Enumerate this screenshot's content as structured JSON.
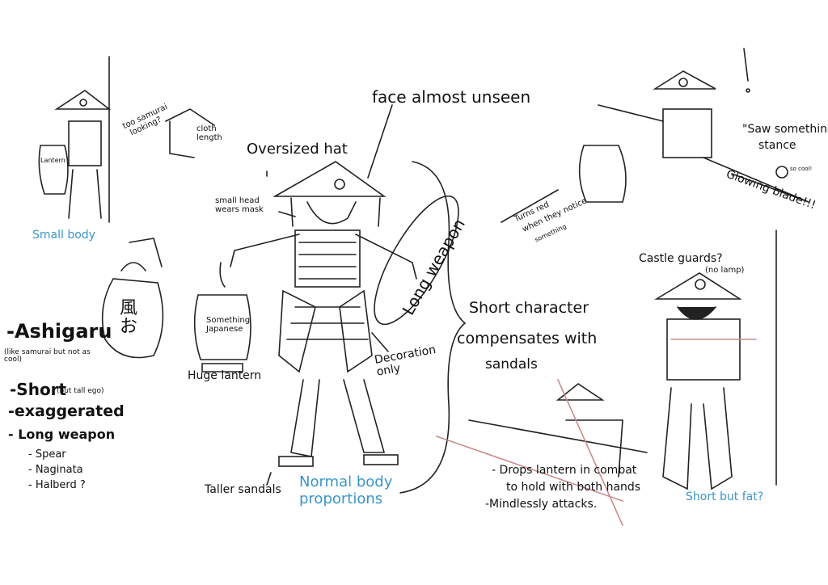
{
  "colors": {
    "ink": "#111111",
    "annotation_blue": "#3b95c9",
    "guide_red": "#c98c8c"
  },
  "notes": {
    "face": "face almost unseen",
    "hat": "Oversized hat",
    "head": "small head wears mask",
    "weapon": "Long weapon",
    "lantern_text": "Something Japanese",
    "lantern": "Huge lantern",
    "decoration": "Decoration only",
    "short_char": [
      "Short character",
      "compensates with",
      "sandals"
    ],
    "sandals": "Taller sandals",
    "normal_body": [
      "Normal body",
      "proportions"
    ],
    "small_body": "Small body",
    "too_samurai": [
      "too samurai",
      "looking?"
    ],
    "cloth": [
      "cloth",
      "length"
    ],
    "lantern_small": "Lantern",
    "exclaim": "!",
    "saw": [
      "\"Saw something\"",
      "stance"
    ],
    "so_cool": "so cool!",
    "glowing": "Glowing blade!!!",
    "turns_red": [
      "Turns red",
      "when they notice",
      "something"
    ],
    "castle": "Castle guards?",
    "no_lamp": "(no lamp)",
    "short_fat": "Short but fat?",
    "drops": [
      "- Drops lantern in combat",
      "to hold with both hands",
      "-Mindlessly attacks."
    ],
    "kanji": "風お"
  },
  "list": {
    "title": "-Ashigaru",
    "title_note": "(like samurai but not as cool)",
    "short": "-Short",
    "short_note": "(but tall ego)",
    "exaggerated": "-exaggerated",
    "long_weapon": "- Long weapon",
    "items": [
      "- Spear",
      "- Naginata",
      "- Halberd ?"
    ]
  }
}
